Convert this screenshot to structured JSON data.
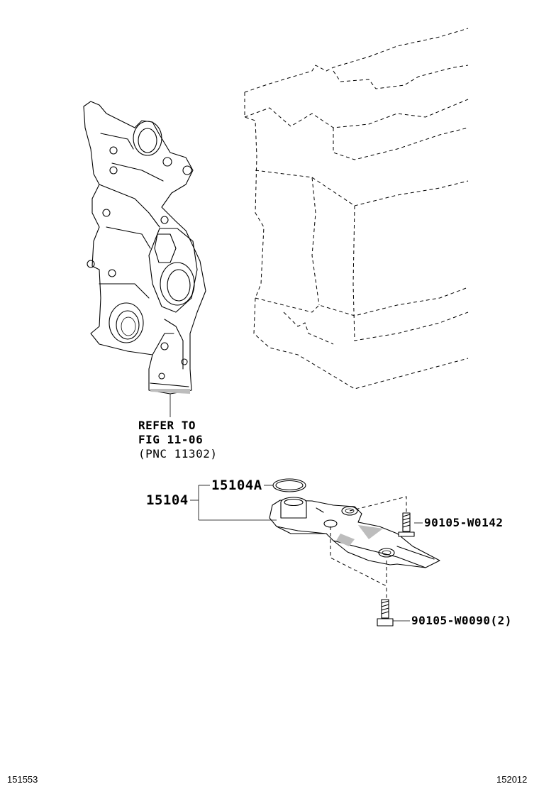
{
  "labels": {
    "refer_line1": "REFER TO",
    "refer_line2": "FIG 11-06",
    "refer_line3": "(PNC 11302)",
    "part_15104A": "15104A",
    "part_15104": "15104",
    "bolt_w0142": "90105-W0142",
    "bolt_w0090": "90105-W0090(2)"
  },
  "footer": {
    "left_code": "151553",
    "right_code": "152012"
  }
}
